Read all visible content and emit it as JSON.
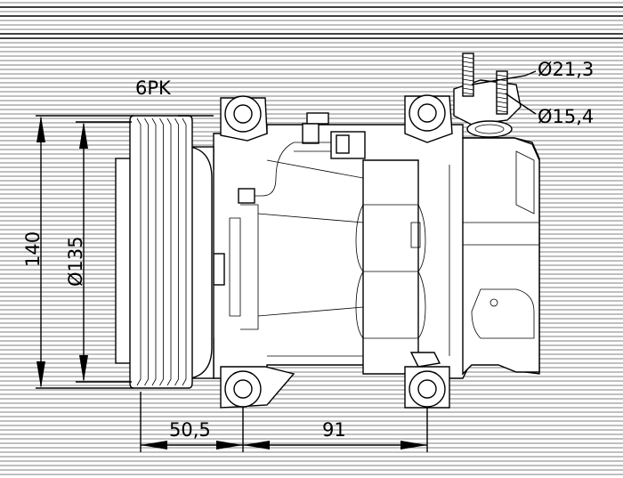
{
  "drawing": {
    "belt_label": "6PK",
    "dimensions": {
      "height_overall": "140",
      "pulley_diameter": "Ø135",
      "pulley_offset": "50,5",
      "mount_spacing": "91",
      "port_large": "Ø21,3",
      "port_small": "Ø15,4"
    }
  }
}
